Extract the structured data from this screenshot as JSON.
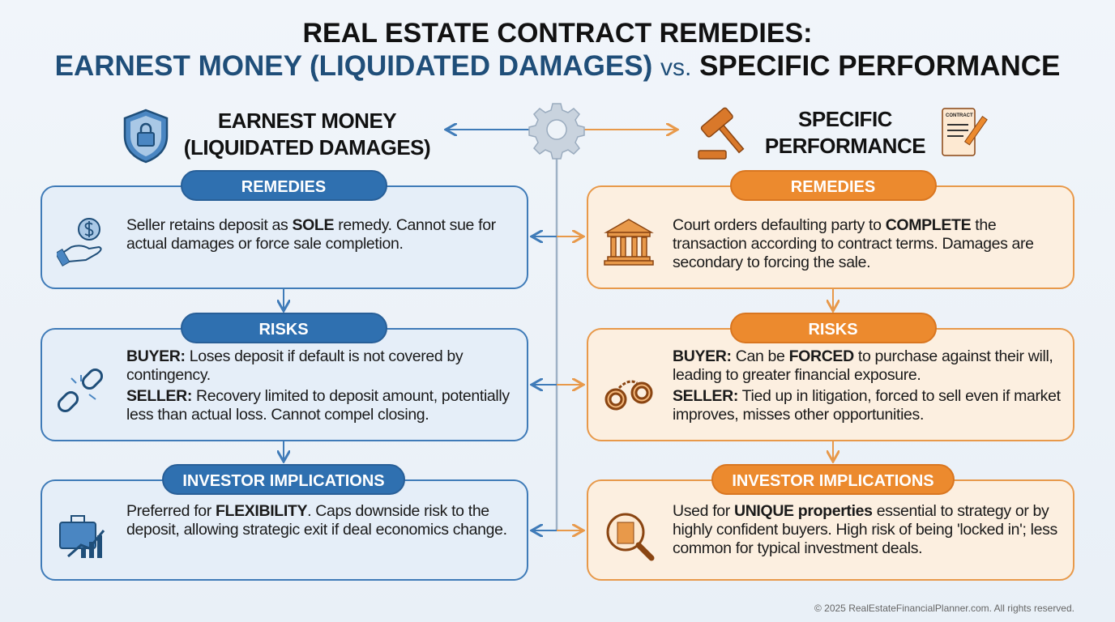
{
  "title": {
    "line1": "REAL ESTATE CONTRACT REMEDIES:",
    "line2a": "EARNEST MONEY (LIQUIDATED DAMAGES)",
    "line2vs": "vs.",
    "line2b": "SPECIFIC PERFORMANCE"
  },
  "left": {
    "heading1": "EARNEST MONEY",
    "heading2": "(LIQUIDATED DAMAGES)",
    "sections": [
      {
        "label": "REMEDIES",
        "icon": "hand-coin-icon",
        "paras": [
          [
            {
              "t": "Seller retains deposit as "
            },
            {
              "t": "SOLE",
              "b": true
            },
            {
              "t": " remedy. Cannot sue for actual damages or force sale completion."
            }
          ]
        ]
      },
      {
        "label": "RISKS",
        "icon": "broken-chain-icon",
        "paras": [
          [
            {
              "t": "BUYER:",
              "b": true
            },
            {
              "t": " Loses deposit if default is not covered by contingency."
            }
          ],
          [
            {
              "t": "SELLER:",
              "b": true
            },
            {
              "t": " Recovery limited to deposit amount, potentially less than actual loss. Cannot compel closing."
            }
          ]
        ]
      },
      {
        "label": "INVESTOR IMPLICATIONS",
        "icon": "briefcase-growth-icon",
        "paras": [
          [
            {
              "t": "Preferred for "
            },
            {
              "t": "FLEXIBILITY",
              "b": true
            },
            {
              "t": ". Caps downside risk to the deposit, allowing strategic exit if deal economics change."
            }
          ]
        ]
      }
    ]
  },
  "right": {
    "heading1": "SPECIFIC",
    "heading2": "PERFORMANCE",
    "contract_label": "CONTRACT",
    "sections": [
      {
        "label": "REMEDIES",
        "icon": "courthouse-icon",
        "paras": [
          [
            {
              "t": "Court orders defaulting party to "
            },
            {
              "t": "COMPLETE",
              "b": true
            },
            {
              "t": " the transaction according to contract terms. Damages are secondary to forcing the sale."
            }
          ]
        ]
      },
      {
        "label": "RISKS",
        "icon": "handcuffs-icon",
        "paras": [
          [
            {
              "t": "BUYER:",
              "b": true
            },
            {
              "t": " Can be "
            },
            {
              "t": "FORCED",
              "b": true
            },
            {
              "t": " to purchase against their will, leading to greater financial exposure."
            }
          ],
          [
            {
              "t": "SELLER:",
              "b": true
            },
            {
              "t": " Tied up in litigation, forced to sell even if market improves, misses other opportunities."
            }
          ]
        ]
      },
      {
        "label": "INVESTOR IMPLICATIONS",
        "icon": "magnifier-building-icon",
        "paras": [
          [
            {
              "t": "Used for "
            },
            {
              "t": "UNIQUE properties",
              "b": true
            },
            {
              "t": " essential to strategy or by highly confident buyers. High risk of being 'locked in'; less common for typical investment deals."
            }
          ]
        ]
      }
    ]
  },
  "footer": "© 2025 RealEstateFinancialPlanner.com. All rights reserved.",
  "colors": {
    "blue": "#2f70b0",
    "orange": "#ec8a2e",
    "navy": "#1f4e79"
  }
}
